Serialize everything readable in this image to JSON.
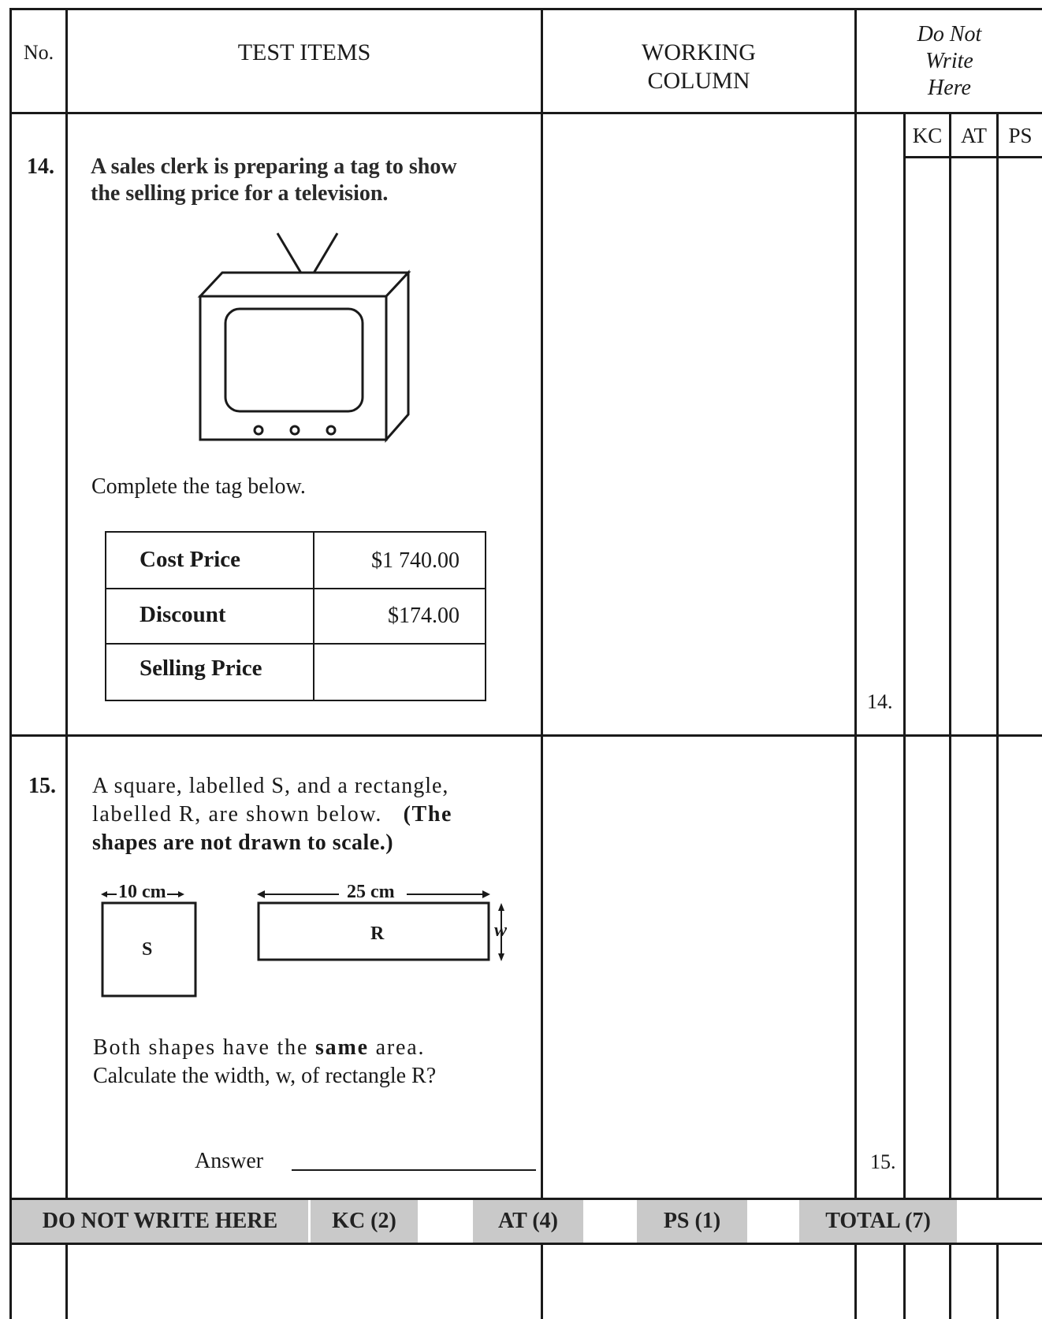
{
  "header": {
    "no": "No.",
    "test_items": "TEST ITEMS",
    "working_column_1": "WORKING",
    "working_column_2": "COLUMN",
    "do_not_write_1": "Do Not",
    "do_not_write_2": "Write",
    "do_not_write_3": "Here",
    "sub_columns": [
      "KC",
      "AT",
      "PS"
    ]
  },
  "q14": {
    "number": "14.",
    "text_line1": "A sales clerk is preparing a tag to show",
    "text_line2": "the selling price for a television.",
    "instruction": "Complete the tag below.",
    "tag": [
      {
        "label": "Cost Price",
        "value": "$1 740.00"
      },
      {
        "label": "Discount",
        "value": "$174.00"
      },
      {
        "label": "Selling Price",
        "value": ""
      }
    ],
    "margin_mark": "14."
  },
  "q15": {
    "number": "15.",
    "text_line1": "A square, labelled S, and a rectangle,",
    "text_line2_pre": "labelled R, are shown below.",
    "text_line2_bold": "(The",
    "text_line3_bold": "shapes are not drawn to scale.)",
    "square_dim": "10 cm",
    "square_label": "S",
    "rect_dim": "25 cm",
    "rect_label": "R",
    "rect_width_label": "w",
    "text_line4_pre": "Both shapes have the",
    "text_line4_bold": "same",
    "text_line4_post": "area.",
    "text_line5": "Calculate the width, w, of rectangle R?",
    "answer_label": "Answer",
    "margin_mark": "15."
  },
  "footer": {
    "do_not_write": "DO NOT WRITE HERE",
    "kc": "KC (2)",
    "at": "AT (4)",
    "ps": "PS (1)",
    "total": "TOTAL (7)"
  }
}
